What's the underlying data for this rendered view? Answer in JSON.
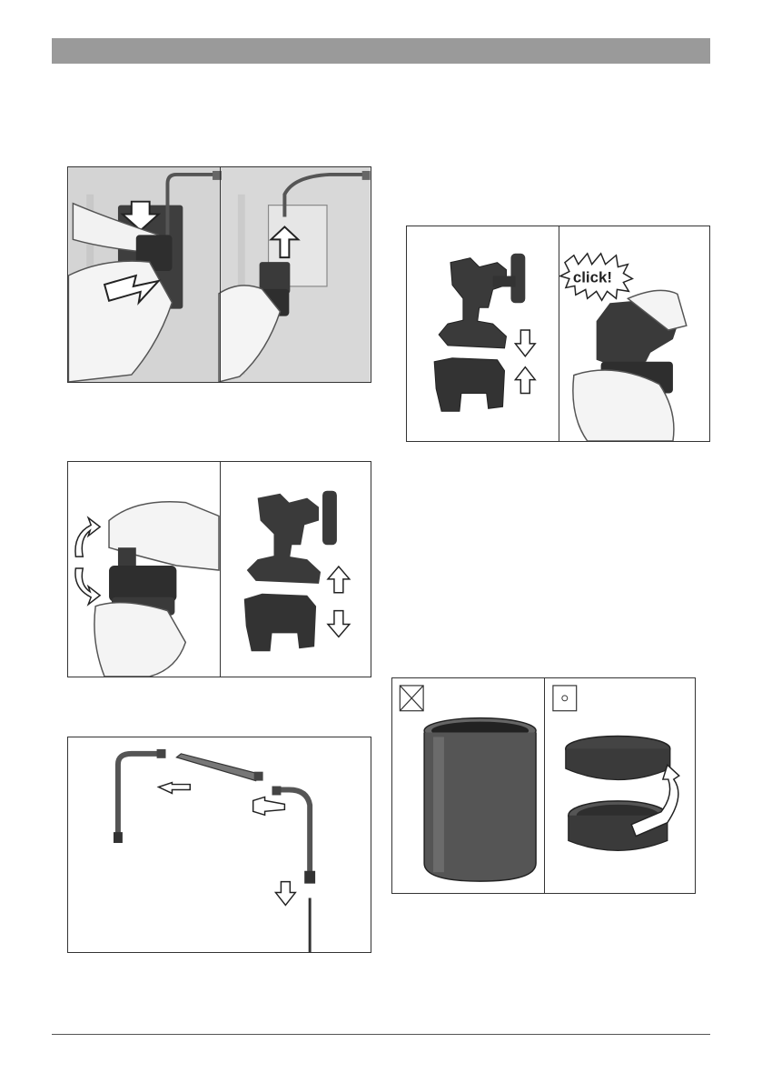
{
  "header": {
    "band_color": "#9a9a9a"
  },
  "figures": {
    "remove_milk_valve": {
      "panels": [
        "push-down-and-pull-out",
        "lift-valve-off"
      ]
    },
    "dismantle_valve": {
      "panels": [
        "twist-apart",
        "separate-parts"
      ]
    },
    "pipe_assembly": {
      "parts": [
        "left-pipe",
        "connector",
        "right-pipe",
        "intake-tube"
      ]
    },
    "reassemble_valve": {
      "panels": [
        "join-parts",
        "snap-together"
      ],
      "click_label": "click!"
    },
    "milk_container": {
      "panels": [
        {
          "icon": "no-dishwasher-icon",
          "subject": "container"
        },
        {
          "icon": "dishwasher-safe-icon",
          "subject": "lid"
        }
      ]
    }
  },
  "colors": {
    "photo_bg": "#d9d9d9",
    "part_dark": "#3a3a3a",
    "hand": "#f4f4f4",
    "outline": "#333333"
  }
}
